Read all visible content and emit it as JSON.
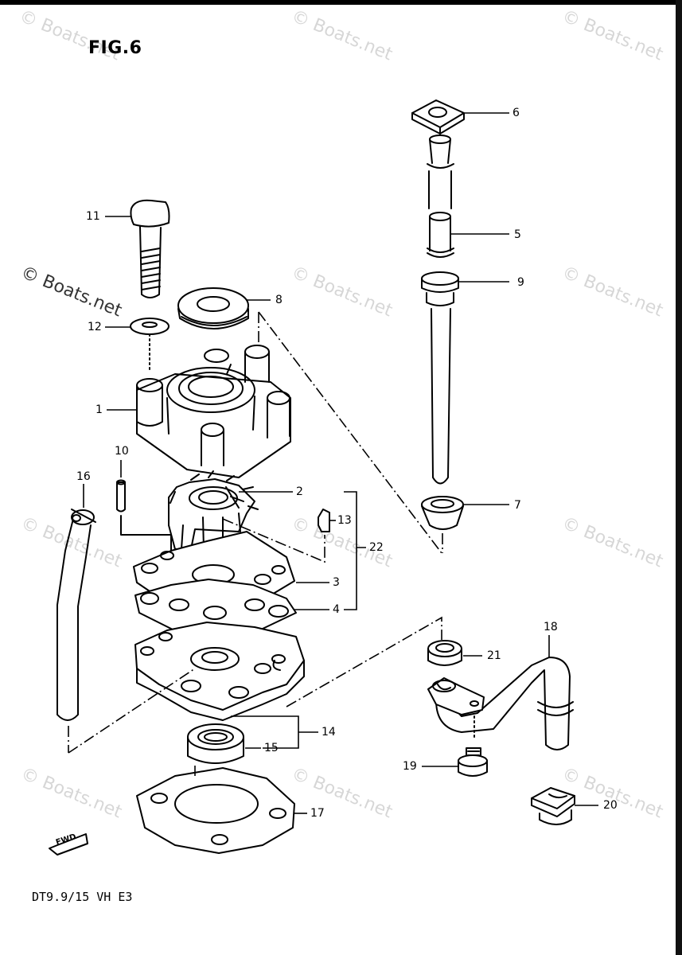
{
  "figure_title": "FIG.6",
  "model_label": "DT9.9/15 VH E3",
  "fwd_label": "FWD",
  "watermark": "© Boats.net",
  "callouts": {
    "c1": "1",
    "c2": "2",
    "c3": "3",
    "c4": "4",
    "c5": "5",
    "c6": "6",
    "c7": "7",
    "c8": "8",
    "c9": "9",
    "c10": "10",
    "c11": "11",
    "c12": "12",
    "c13": "13",
    "c14": "14",
    "c15": "15",
    "c16": "16",
    "c17": "17",
    "c18": "18",
    "c19": "19",
    "c20": "20",
    "c21": "21",
    "c22": "22"
  }
}
